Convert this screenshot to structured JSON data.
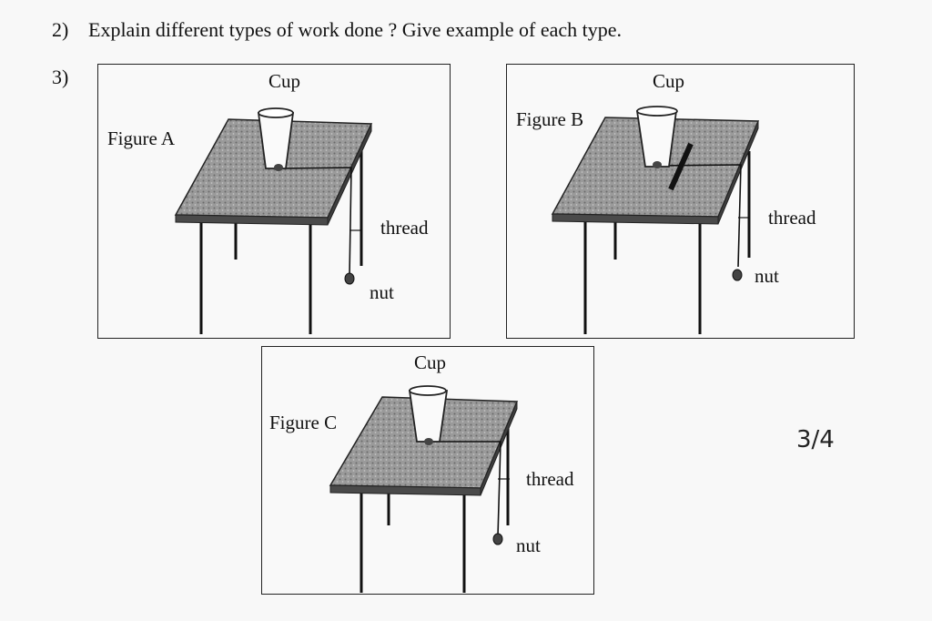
{
  "question2": {
    "number": "2)",
    "text": "Explain different types of work done ? Give example of each type."
  },
  "question3": {
    "number": "3)"
  },
  "figures": [
    {
      "id": "A",
      "title": "Figure A",
      "cup": "Cup",
      "thread": "thread",
      "nut": "nut",
      "has_barrier": false
    },
    {
      "id": "B",
      "title": "Figure B",
      "cup": "Cup",
      "thread": "thread",
      "nut": "nut",
      "has_barrier": true
    },
    {
      "id": "C",
      "title": "Figure C",
      "cup": "Cup",
      "thread": "thread",
      "nut": "nut",
      "has_barrier": false
    }
  ],
  "page_indicator": "3/4"
}
